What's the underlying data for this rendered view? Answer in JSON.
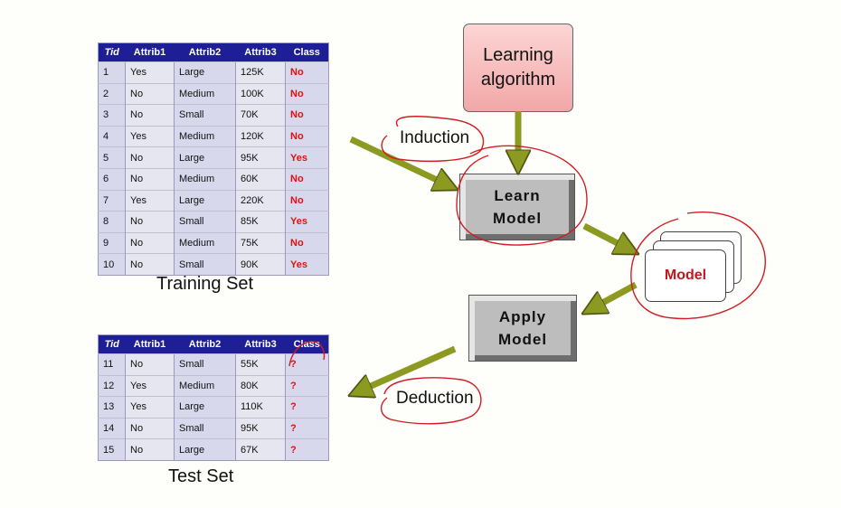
{
  "training_table": {
    "headers": [
      "Tid",
      "Attrib1",
      "Attrib2",
      "Attrib3",
      "Class"
    ],
    "rows": [
      [
        "1",
        "Yes",
        "Large",
        "125K",
        "No"
      ],
      [
        "2",
        "No",
        "Medium",
        "100K",
        "No"
      ],
      [
        "3",
        "No",
        "Small",
        "70K",
        "No"
      ],
      [
        "4",
        "Yes",
        "Medium",
        "120K",
        "No"
      ],
      [
        "5",
        "No",
        "Large",
        "95K",
        "Yes"
      ],
      [
        "6",
        "No",
        "Medium",
        "60K",
        "No"
      ],
      [
        "7",
        "Yes",
        "Large",
        "220K",
        "No"
      ],
      [
        "8",
        "No",
        "Small",
        "85K",
        "Yes"
      ],
      [
        "9",
        "No",
        "Medium",
        "75K",
        "No"
      ],
      [
        "10",
        "No",
        "Small",
        "90K",
        "Yes"
      ]
    ],
    "caption": "Training Set"
  },
  "test_table": {
    "headers": [
      "Tid",
      "Attrib1",
      "Attrib2",
      "Attrib3",
      "Class"
    ],
    "rows": [
      [
        "11",
        "No",
        "Small",
        "55K",
        "?"
      ],
      [
        "12",
        "Yes",
        "Medium",
        "80K",
        "?"
      ],
      [
        "13",
        "Yes",
        "Large",
        "110K",
        "?"
      ],
      [
        "14",
        "No",
        "Small",
        "95K",
        "?"
      ],
      [
        "15",
        "No",
        "Large",
        "67K",
        "?"
      ]
    ],
    "caption": "Test Set"
  },
  "diagram": {
    "learning_algorithm": "Learning\nalgorithm",
    "learn_model": "Learn\nModel",
    "apply_model": "Apply\nModel",
    "model": "Model",
    "induction": "Induction",
    "deduction": "Deduction"
  },
  "colors": {
    "table_header": "#1e1e96",
    "class_text": "#e01010",
    "arrow": "#8c9a22",
    "annotation": "#d01c24",
    "learning_box": "#f4b3b3"
  }
}
